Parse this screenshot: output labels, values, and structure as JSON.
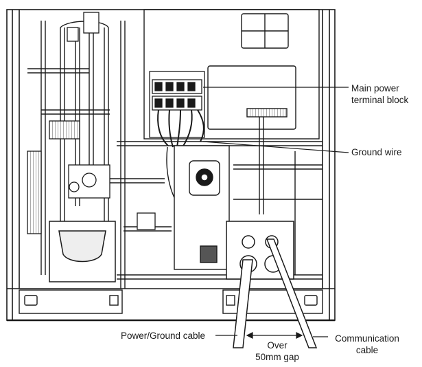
{
  "labels": {
    "main_power_line1": "Main power",
    "main_power_line2": "terminal block",
    "ground_wire": "Ground wire",
    "power_ground_cable": "Power/Ground cable",
    "gap_line1": "Over",
    "gap_line2": "50mm gap",
    "comm_line1": "Communication",
    "comm_line2": "cable"
  },
  "colors": {
    "line": "#1a1a1a",
    "fill": "#ffffff",
    "shade": "#e6e6e6"
  }
}
